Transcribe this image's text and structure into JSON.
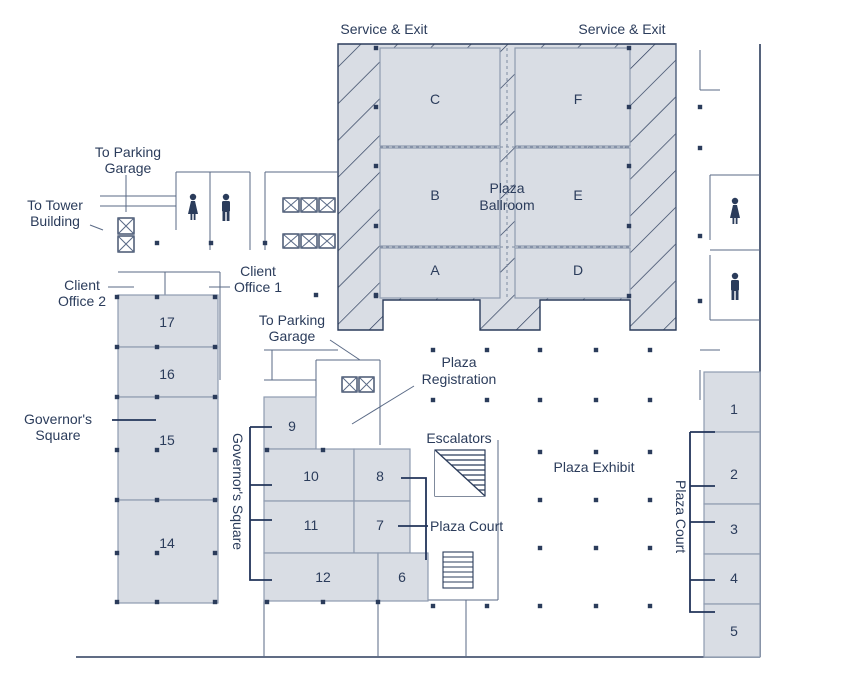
{
  "labels": {
    "service_exit_left": "Service & Exit",
    "service_exit_right": "Service & Exit",
    "to_parking_garage_top": [
      "To Parking",
      "Garage"
    ],
    "to_tower_building": [
      "To Tower",
      "Building"
    ],
    "client_office_2": [
      "Client",
      "Office 2"
    ],
    "client_office_1": [
      "Client",
      "Office 1"
    ],
    "to_parking_garage_mid": [
      "To Parking",
      "Garage"
    ],
    "plaza_registration": [
      "Plaza",
      "Registration"
    ],
    "plaza_ballroom": [
      "Plaza",
      "Ballroom"
    ],
    "escalators": "Escalators",
    "plaza_exhibit": "Plaza Exhibit",
    "plaza_court_center": "Plaza Court",
    "plaza_court_vertical": "Plaza Court",
    "governors_square_left": [
      "Governor's",
      "Square"
    ],
    "governors_square_vertical": "Governor's Square"
  },
  "ballroom_sections": [
    "C",
    "F",
    "B",
    "E",
    "A",
    "D"
  ],
  "rooms": {
    "r17": "17",
    "r16": "16",
    "r15": "15",
    "r14": "14",
    "r9": "9",
    "r10": "10",
    "r8": "8",
    "r11": "11",
    "r7": "7",
    "r12": "12",
    "r6": "6",
    "r1": "1",
    "r2": "2",
    "r3": "3",
    "r4": "4",
    "r5": "5"
  },
  "icons": [
    "restroom-women-icon",
    "restroom-men-icon",
    "elevator-icon"
  ],
  "colors": {
    "room_fill": "#d9dde4",
    "wall": "#2b3c5b",
    "leader": "#22345a"
  }
}
